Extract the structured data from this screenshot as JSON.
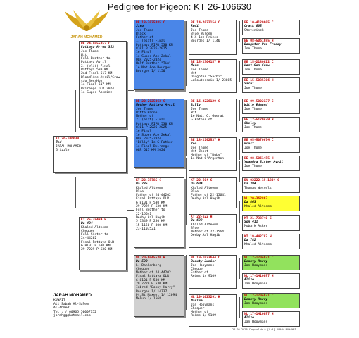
{
  "title": "Pedigree for Pigeon: KT  26-106630",
  "logo": {
    "text": "JARAH MOHAMED"
  },
  "owner": {
    "name": "JARAH MOHAMED",
    "lines": [
      "KUWAIT",
      "Ali Sabah Al-Salem",
      "Al-Ahmedi",
      "Tel : / 00965_50007752",
      "jarahgg@hotmail.com"
    ]
  },
  "stamp": "26-05-2026   Compuclub ® [V:4]  JARAH MOHAMED",
  "pigeons": {
    "subject": {
      "ring": "KT  26-106630",
      "lines": [
        "Zed",
        "JARAH MOHAMED",
        "Grizzle"
      ]
    },
    "sire": {
      "ring": "BE  24-5055353 C",
      "lines": [
        "Pattaya Arrow 353",
        "Joe Thome",
        "Wit",
        "Full Brother to",
        "Pattaya Avril",
        "2. (elit) Final",
        "Pattaya 530 KM",
        "2nd Final 617 KM",
        "Bloodline Avril/Crow",
        "s/o Ben/Hon",
        "1e Final 617 KM",
        "Bvirange OLR 2024",
        "1e Super Acemint"
      ]
    },
    "dam": {
      "ring": "KT  25-35434 H",
      "lines": [
        "Da 434",
        "Khaled Alteemm",
        "Chequer",
        "Full Sister to",
        "24-44202",
        "Final Pattaya OLR",
        "6  8101 P 530 KM",
        "29 7229 P 530 KM"
      ]
    },
    "ss": {
      "ring": "BE  18-2025385 C",
      "lines": [
        "Jiro",
        "Joe Thome",
        "Black",
        "Father of",
        "1. (elit) Final",
        "Pattaya FIPR 530 KM",
        "8101 P  2026-2025",
        "1e Final",
        "1e Super Ace Zekal",
        "OLR 2025-2024",
        "Half Brother \"Tim\"",
        "1e Nat Ace Bourges",
        "Bourges   1/ 1150"
      ]
    },
    "sd": {
      "ring": "BE  20-2025063 C",
      "lines": [
        "Mother Pattaya Avril",
        "Joe Thome",
        "Witte Hanne",
        "Mother of",
        "2. (elit) Final",
        "Pattaya FIPR 530 KM",
        "8101 P  2026-2025",
        "1e Final",
        "1e Super Ace Zekal",
        "OLR 2025-2024",
        "\"Billy\" 1e G.Father",
        "1e Final Bvirange",
        "OLR 617 KM 2024"
      ]
    },
    "ds": {
      "ring": "KT  22-35785 C",
      "lines": [
        "Da 785",
        "Khaled Alteemm",
        "Blue",
        "Father of 24-44202",
        "Final Pattaya OLR",
        "6  8101 P 530 KM",
        "29 7229 P 530 KM",
        "Full Brother to",
        "22-15641",
        "Derby Aal Hagib",
        "5  1349 P 250 KM",
        "15 1150 P 300 KM",
        "23-1103521"
      ]
    },
    "dd": {
      "ring": "NL  20-6045530 H",
      "lines": [
        "Da 530",
        "L. Dankenberg",
        "Chequer",
        "Mother of 24-44202",
        "Final Pattaya OLR",
        "6  8101 P 530 KM",
        "29 7229 P 530 KM",
        "Inbred \"Bonny Harry\"",
        "Bourges   1/ 14737",
        "Pt.St Maxent 1/ 12094",
        "Melun     1/  1568"
      ]
    },
    "sss": {
      "ring": "BE  14-2022154 C",
      "lines": [
        "Rodi",
        "Joe Thome",
        "Blue Wilgen",
        "4 X 1st Prizes",
        "Bourdes   1/ 1146"
      ]
    },
    "ssd": {
      "ring": "BE  15-2304157 H",
      "lines": [
        "Mare",
        "Joe Thome",
        "Wit",
        "Daughter \"Sachi\"",
        "LaSouterrain 1/ 23085"
      ]
    },
    "sds": {
      "ring": "BE  16-2226129 C",
      "lines": [
        "Billy",
        "Joe Thome",
        "Wit",
        "1e Nat. C. Guerat",
        "G.Father of"
      ]
    },
    "sdd": {
      "ring": "BE  13-2192537 H",
      "lines": [
        "Zoo",
        "Joe Thome",
        "Wit Zebrt",
        "Mother of \"Ruby\"",
        "1e Nat C'Argenton"
      ]
    },
    "dss": {
      "ring": "KT  22-604 C",
      "lines": [
        "Da 604",
        "Khaled Alteemm",
        "Blue",
        "Father of 22-15641",
        "Derby Aal Hagib"
      ]
    },
    "dsd": {
      "ring": "KT  22-622 H",
      "lines": [
        "Da 622",
        "Khaled Alteemm",
        "Blue",
        "Mother of 22-15641",
        "Derby Aal Hagib"
      ]
    },
    "dds": {
      "ring": "NL  19-1023644 C",
      "lines": [
        "Beauty Junior",
        "Jan Hooymans",
        "Chequer",
        "Father of",
        "Reims       1/ 9109"
      ]
    },
    "ddd": {
      "ring": "NL  19-1023291 H",
      "lines": [
        "Maxime",
        "Jan Hooymans",
        "Chequer",
        "Mother of",
        "Reims       1/ 9109"
      ]
    },
    "ssss": {
      "ring": "BE  10-4129605 C",
      "lines": [
        "Crack 605",
        "Steveninck"
      ]
    },
    "sssd": {
      "ring": "BE  08-5061655 H",
      "lines": [
        "Daughter Pro Freddy",
        "Joe Thome"
      ]
    },
    "ssds": {
      "ring": "BE  15-2180022 C",
      "lines": [
        "Last Son Crow",
        "Joe Thome"
      ]
    },
    "ssdd": {
      "ring": "BE  15-5035306 H",
      "lines": [
        "Sachi",
        "Joe Thome"
      ]
    },
    "sdss": {
      "ring": "BE  09-5002137 C",
      "lines": [
        "Witte Edmund",
        "Joe Thome"
      ]
    },
    "sdsd": {
      "ring": "BE  12-5120429 H",
      "lines": [
        "Chelsy",
        "Joe Thome"
      ]
    },
    "sdds": {
      "ring": "BE  05-5070674 C",
      "lines": [
        "Frost",
        "Joe Thome"
      ]
    },
    "sddd": {
      "ring": "BE  08-5061455 H",
      "lines": [
        "Yoandra Sister Avril",
        "Joe Thome"
      ]
    },
    "dsss": {
      "ring": "DV  02222-19-1394 C",
      "lines": [
        "Da 394",
        "Thomas Wessels"
      ]
    },
    "dssd": {
      "ring": "NL  20-362863",
      "lines": [
        "Da 863",
        "Khaled Alteemm"
      ]
    },
    "dsds": {
      "ring": "KT  21-738740 C",
      "lines": [
        "Son 411",
        "Mubark Asker"
      ]
    },
    "dsdd": {
      "ring": "KT  19-442782 H",
      "lines": [
        "Da 782",
        "Khaled Alteemm"
      ]
    },
    "ddss": {
      "ring": "NL  12-1704621 C",
      "lines": [
        "Beauty Harry",
        "Jan Hooymans"
      ]
    },
    "ddsd": {
      "ring": "NL  17-1410057 H",
      "lines": [
        "Alize",
        "Jan Hooymans"
      ]
    },
    "ddds": {
      "ring": "NL  12-1704621 C",
      "lines": [
        "Beauty Harry",
        "Jan Hooymans"
      ]
    },
    "dddd": {
      "ring": "NL  17-1410057 H",
      "lines": [
        "Alize",
        "Jan Hooymans"
      ]
    }
  }
}
